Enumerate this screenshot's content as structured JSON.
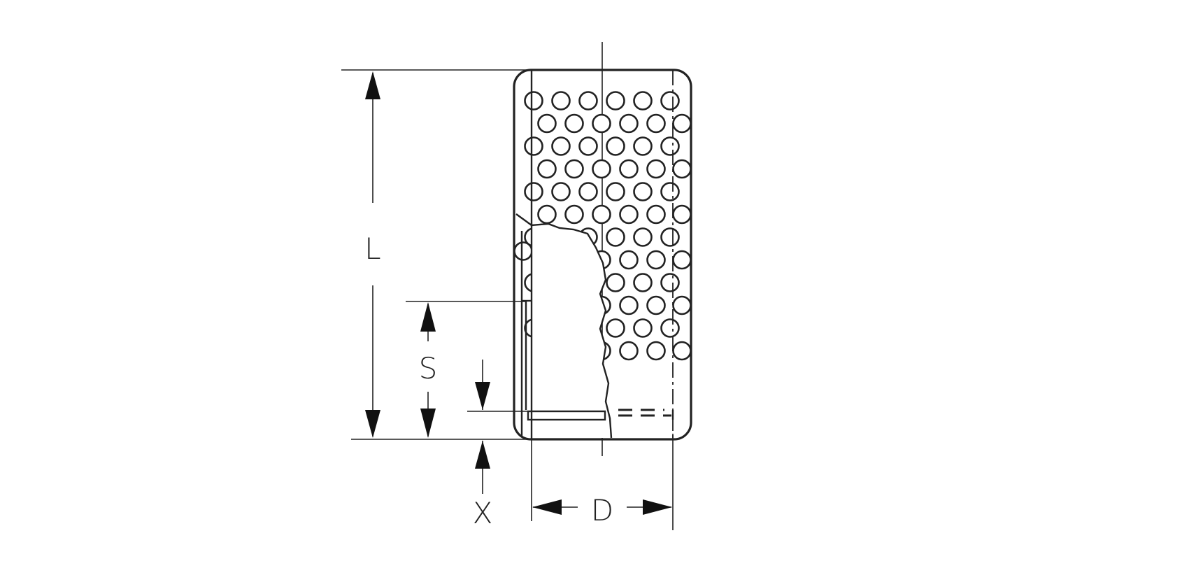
{
  "drawing": {
    "title": "",
    "stroke_color": "#222222",
    "background": "#ffffff",
    "dimensions": {
      "length_label": "L",
      "stroke_label": "S",
      "offset_label": "X",
      "diameter_label": "D"
    }
  }
}
